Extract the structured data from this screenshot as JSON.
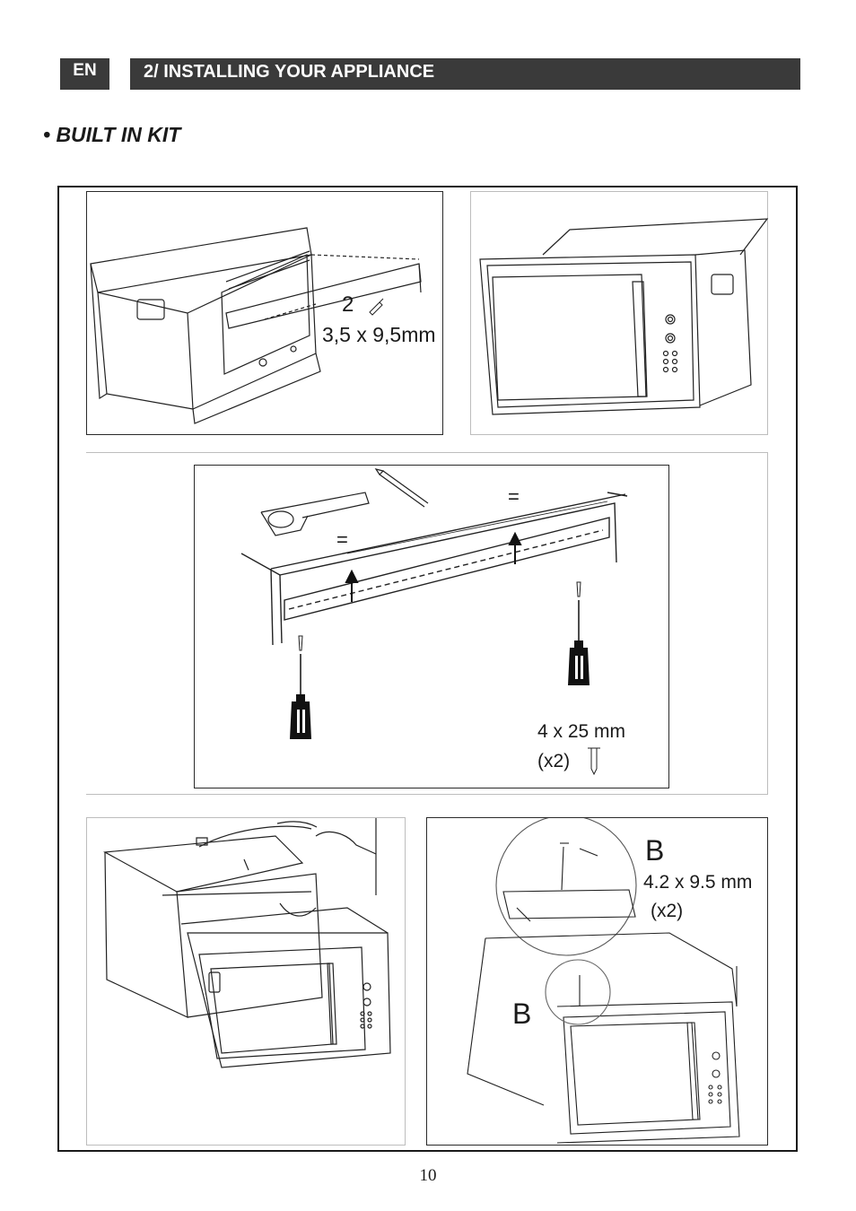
{
  "header": {
    "language": "EN",
    "section_title": "2/ INSTALLING YOUR APPLIANCE"
  },
  "heading": "• BUILT IN KIT",
  "panels": {
    "step1": {
      "count": "2",
      "screw_size": "3,5 x 9,5mm"
    },
    "step3": {
      "equal_left": "=",
      "equal_right": "=",
      "screw_size": "4 x 25 mm",
      "quantity": "(x2)"
    },
    "step5": {
      "detail_letter": "B",
      "screw_size": "4.2 x 9.5 mm",
      "quantity": "(x2)",
      "callout_letter": "B"
    }
  },
  "footer": {
    "page_number": "10"
  }
}
